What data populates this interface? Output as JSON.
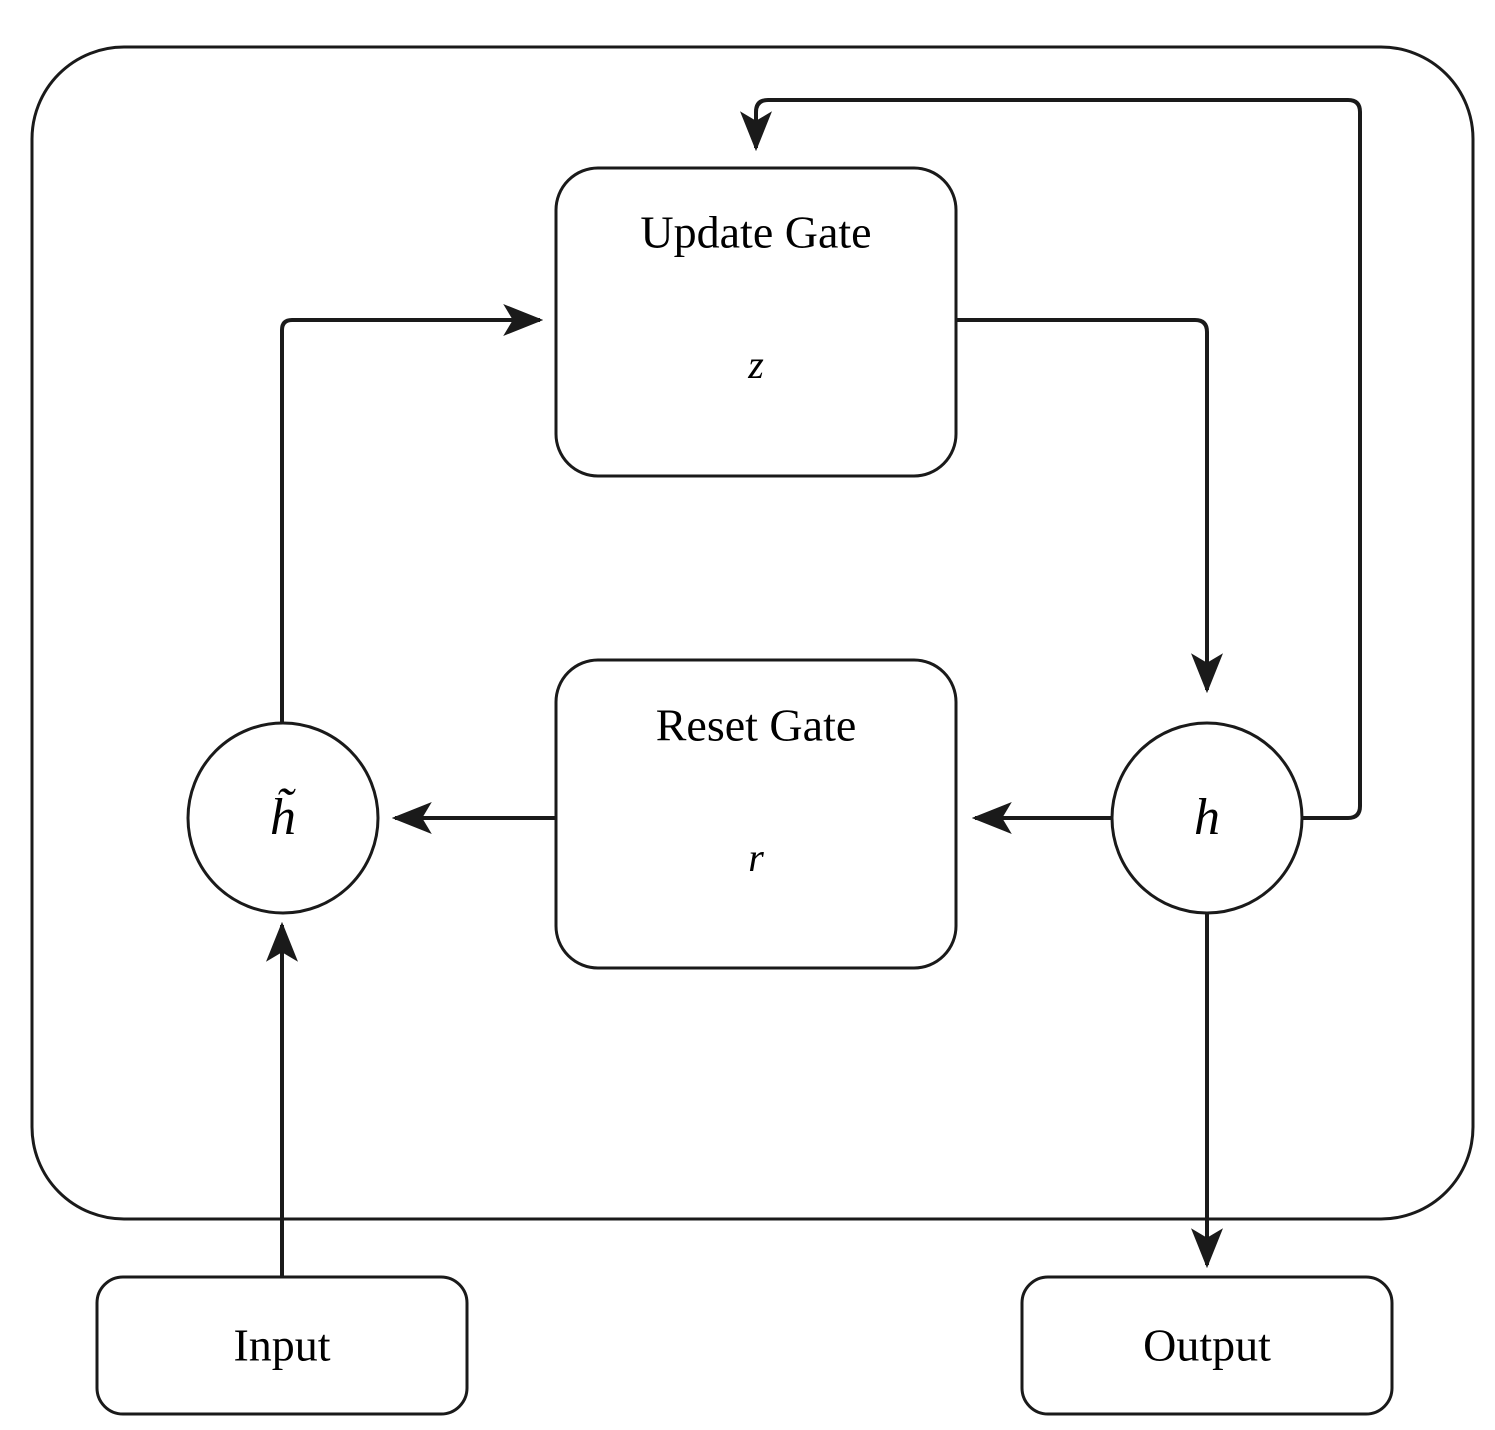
{
  "diagram": {
    "kind": "gru-cell-block-diagram",
    "background_color": "#ffffff",
    "line_color": "#1a1a1a",
    "container": {
      "name": "gru-cell-boundary",
      "label": ""
    },
    "nodes": {
      "update_gate": {
        "title": "Update Gate",
        "symbol": "z",
        "shape": "rounded-rect"
      },
      "reset_gate": {
        "title": "Reset Gate",
        "symbol": "r",
        "shape": "rounded-rect"
      },
      "candidate_state": {
        "symbol": "h̃",
        "shape": "circle"
      },
      "hidden_state": {
        "symbol": "h",
        "shape": "circle"
      },
      "input": {
        "label": "Input",
        "shape": "rounded-rect"
      },
      "output": {
        "label": "Output",
        "shape": "rounded-rect"
      }
    },
    "edges": [
      {
        "name": "input-to-candidate",
        "from": "Input",
        "to": "h̃",
        "arrow": "up"
      },
      {
        "name": "candidate-to-update-gate",
        "from": "h̃",
        "to": "Update Gate",
        "arrow": "right"
      },
      {
        "name": "update-gate-to-hidden",
        "from": "Update Gate",
        "to": "h",
        "arrow": "down"
      },
      {
        "name": "hidden-to-update-gate-feedback",
        "from": "h",
        "to": "Update Gate",
        "arrow": "down"
      },
      {
        "name": "hidden-to-reset-gate",
        "from": "h",
        "to": "Reset Gate",
        "arrow": "left"
      },
      {
        "name": "reset-gate-to-candidate",
        "from": "Reset Gate",
        "to": "h̃",
        "arrow": "left"
      },
      {
        "name": "hidden-to-output",
        "from": "h",
        "to": "Output",
        "arrow": "down"
      }
    ]
  }
}
